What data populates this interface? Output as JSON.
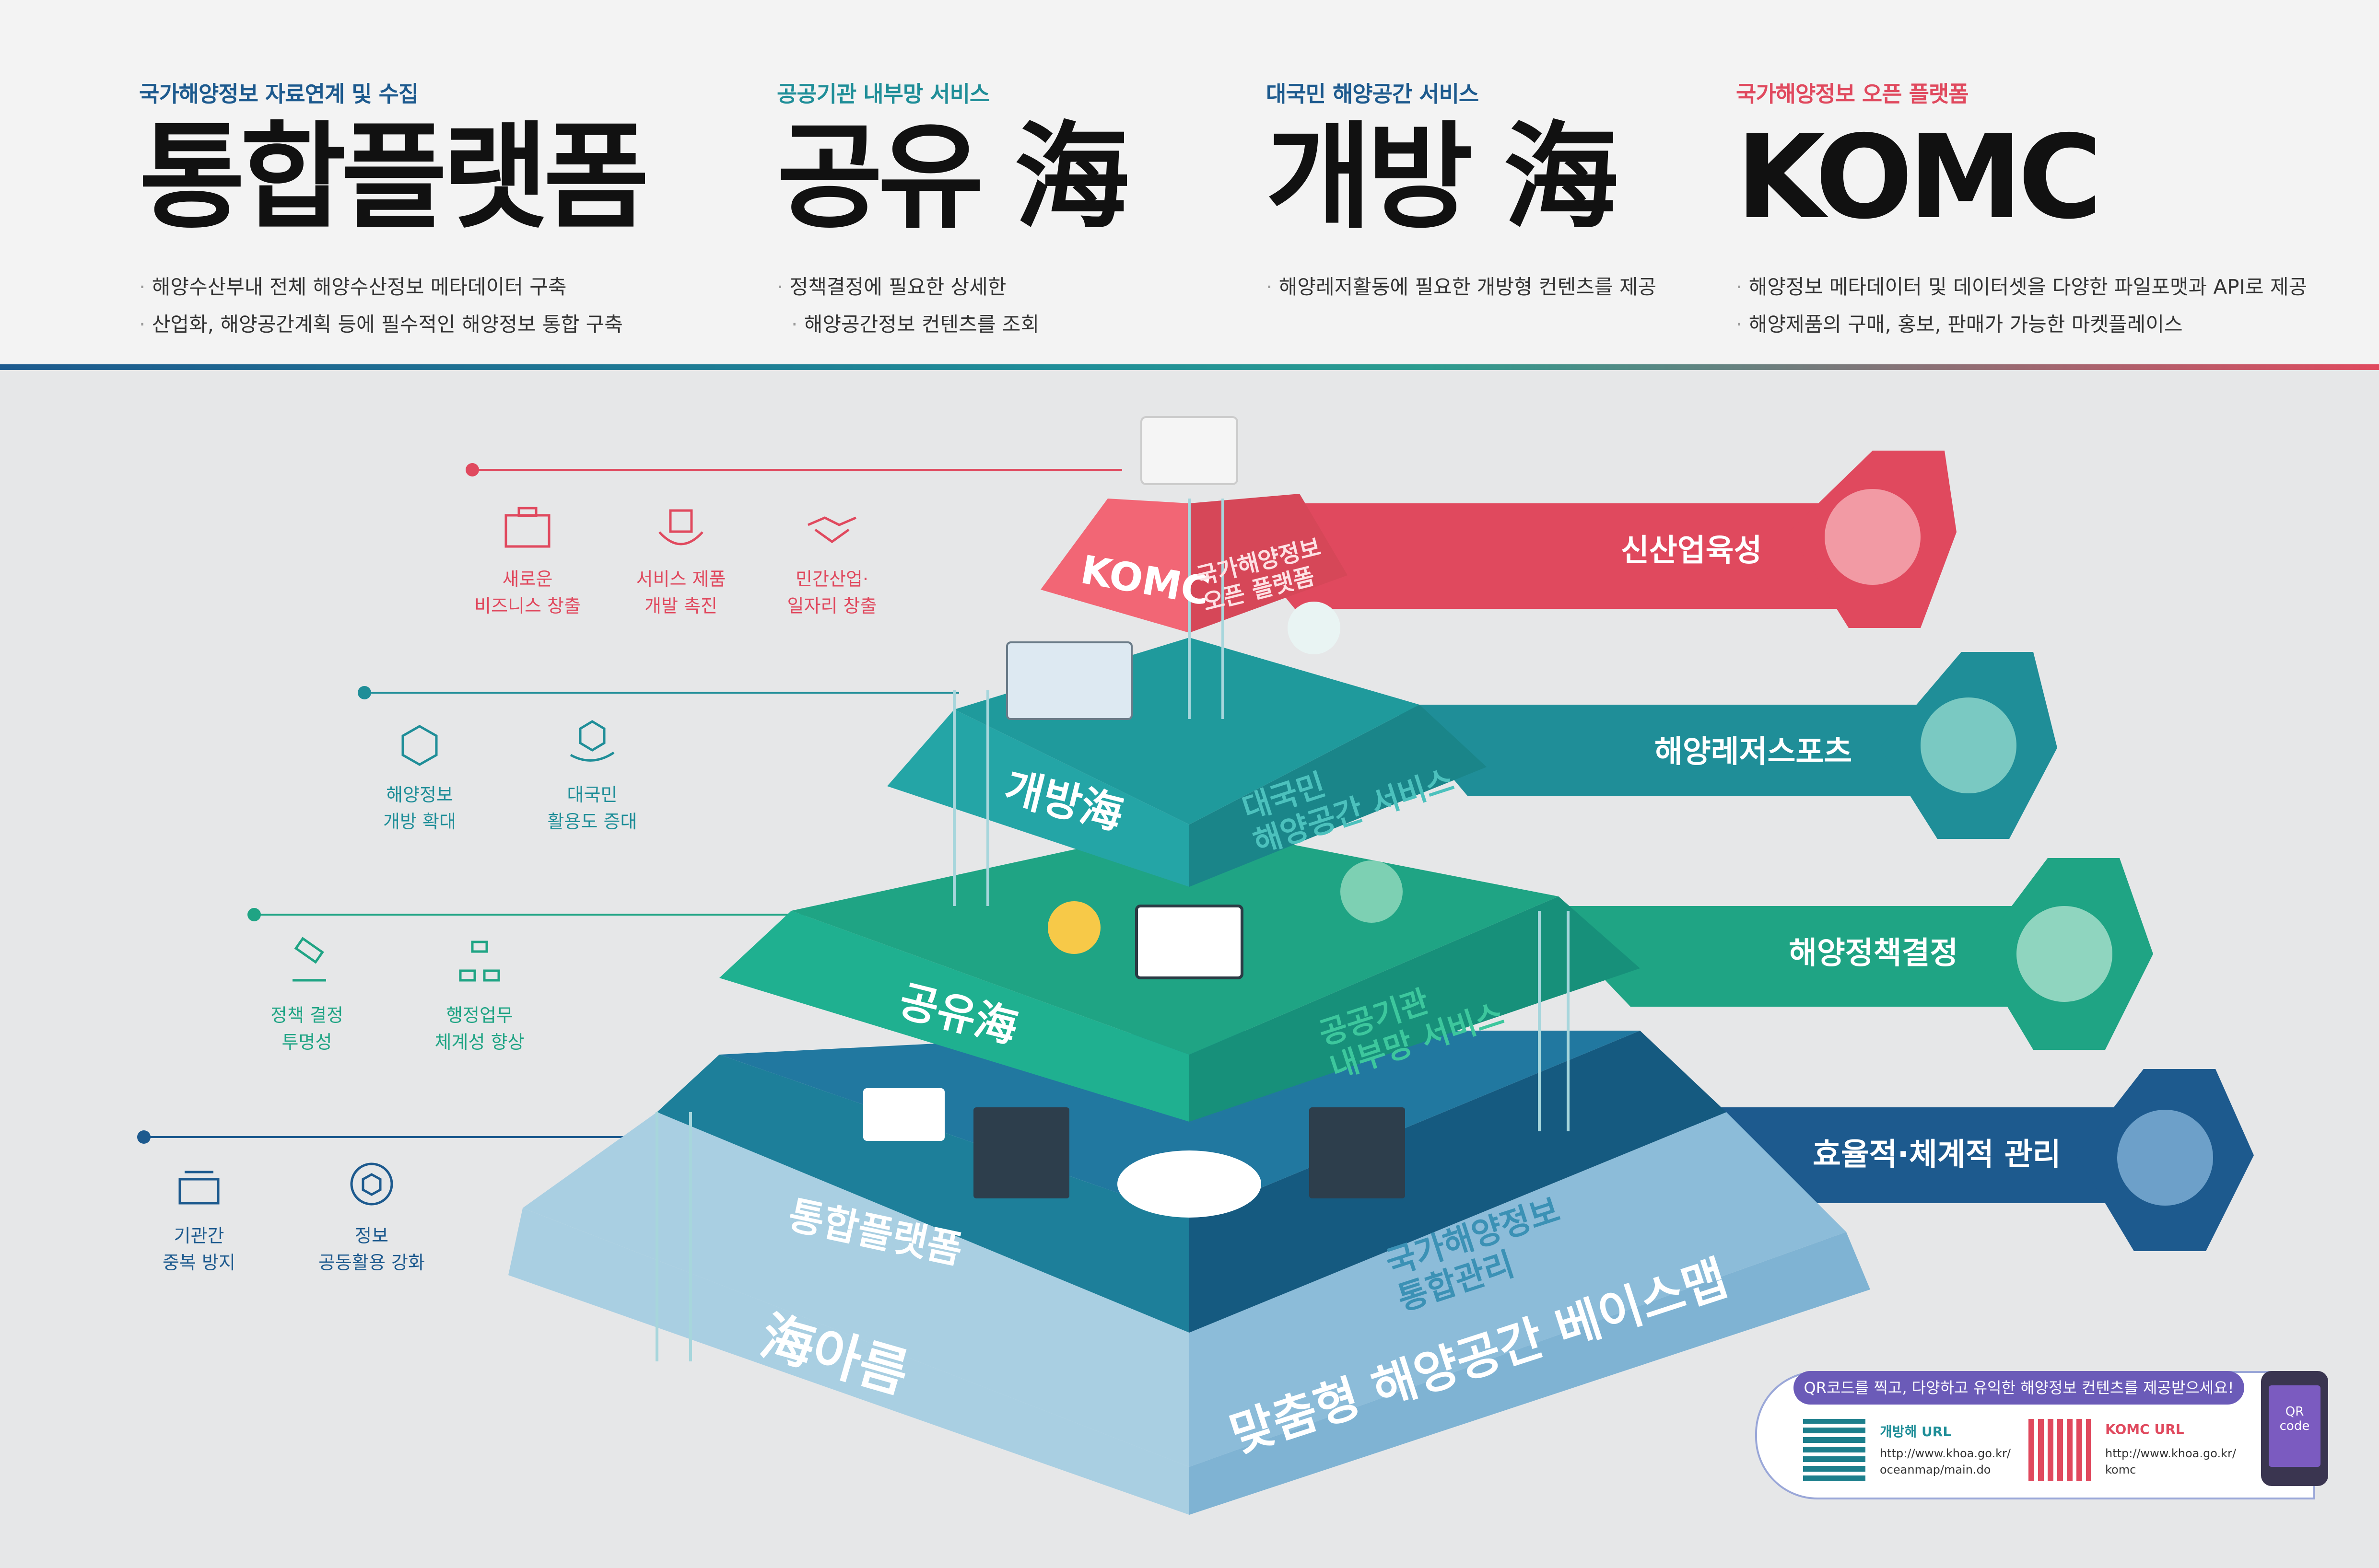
{
  "header": {
    "columns": [
      {
        "subtitle": "국가해양정보 자료연계 및 수집",
        "title": "통합플랫폼",
        "bullets": [
          "해양수산부내 전체 해양수산정보 메타데이터 구축",
          "산업화, 해양공간계획 등에 필수적인 해양정보 통합 구축"
        ]
      },
      {
        "subtitle": "공공기관 내부망 서비스",
        "title": "공유 海",
        "bullets": [
          "정책결정에 필요한 상세한",
          "해양공간정보 컨텐츠를 조회"
        ]
      },
      {
        "subtitle": "대국민 해양공간 서비스",
        "title": "개방 海",
        "bullets": [
          "해양레저활동에 필요한 개방형 컨텐츠를 제공"
        ]
      },
      {
        "subtitle": "국가해양정보 오픈 플랫폼",
        "title": "KOMC",
        "bullets": [
          "해양정보 메타데이터 및 데이터셋을 다양한 파일포맷과 API로 제공",
          "해양제품의 구매, 홍보, 판매가 가능한 마켓플레이스"
        ]
      }
    ]
  },
  "pyramid": {
    "komc": {
      "left": "KOMC",
      "right": "국가해양정보\n오픈 플랫폼"
    },
    "open": {
      "left": "개방海",
      "right": "대국민\n해양공간 서비스"
    },
    "share": {
      "left": "공유海",
      "right": "공공기관\n내부망 서비스"
    },
    "integrated": {
      "left": "통합플랫폼",
      "right": "국가해양정보\n통합관리"
    },
    "base": {
      "left": "海아름",
      "right": "맞춤형 해양공간 베이스맵"
    }
  },
  "outcomes": [
    "신산업육성",
    "해양레저스포츠",
    "해양정책결정",
    "효율적·체계적 관리"
  ],
  "benefits": [
    {
      "label": "새로운\n비즈니스 창출",
      "icon": "briefcase-icon"
    },
    {
      "label": "서비스 제품\n개발 촉진",
      "icon": "hands-box-icon"
    },
    {
      "label": "민간산업·\n일자리 창출",
      "icon": "handshake-icon"
    },
    {
      "label": "해양정보\n개방 확대",
      "icon": "cube-network-icon"
    },
    {
      "label": "대국민\n활용도 증대",
      "icon": "hand-cube-icon"
    },
    {
      "label": "정책 결정\n투명성",
      "icon": "gavel-icon"
    },
    {
      "label": "행정업무\n체계성 향상",
      "icon": "org-chart-icon"
    },
    {
      "label": "기관간\n중복 방지",
      "icon": "folder-transfer-icon"
    },
    {
      "label": "정보\n공동활용 강화",
      "icon": "cycle-cube-icon"
    }
  ],
  "qr": {
    "banner": "QR코드를 찍고, 다양하고 유익한 해양정보 컨텐츠를 제공받으세요!",
    "items": [
      {
        "label": "개방해 URL",
        "url1": "http://www.khoa.go.kr/",
        "url2": "oceanmap/main.do"
      },
      {
        "label": "KOMC URL",
        "url1": "http://www.khoa.go.kr/",
        "url2": "komc"
      }
    ],
    "phone": "QR code"
  },
  "colors": {
    "navy": "#1d5a8e",
    "teal": "#1f8e98",
    "green": "#1fa484",
    "red": "#e0495e",
    "light": "#a9cfe2"
  }
}
